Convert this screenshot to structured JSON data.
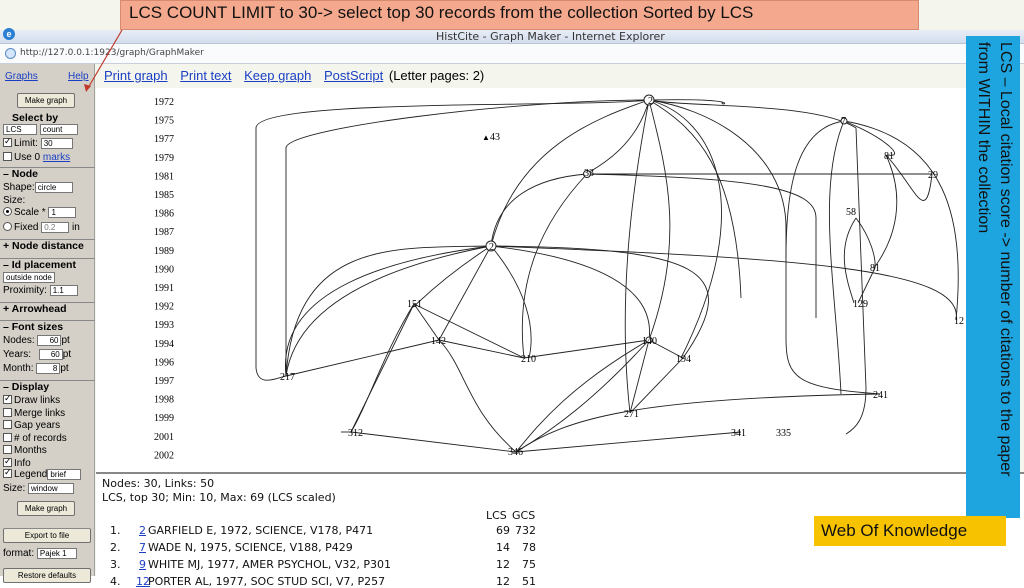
{
  "annotation_top": "LCS COUNT LIMIT to 30-> select top 30 records from the collection Sorted by LCS",
  "annotation_right": "LCS – Local citation score -> number of citations to the paper from WITHIN the collection",
  "annotation_badge": "Web Of Knowledge",
  "browser": {
    "title": "HistCite - Graph Maker - Internet Explorer",
    "url": "http://127.0.0.1:1923/graph/GraphMaker"
  },
  "panel": {
    "graphs_link": "Graphs",
    "help_link": "Help",
    "make_graph_btn": "Make graph",
    "select_by": "Select by",
    "select_by_value": "LCS",
    "select_by_mode": "count",
    "limit_label": "Limit:",
    "limit_value": "30",
    "use0_label": "Use 0",
    "use0_link": "marks",
    "node_header": "– Node",
    "shape_label": "Shape:",
    "shape_value": "circle",
    "size_label": "Size:",
    "scale_label": "Scale *",
    "scale_value": "1",
    "fixed_label": "Fixed",
    "fixed_value": "0.2",
    "fixed_unit": "in",
    "node_distance_header": "+ Node distance",
    "id_placement_header": "– Id placement",
    "id_placement_value": "outside node",
    "proximity_label": "Proximity:",
    "proximity_value": "1.1",
    "arrowhead_header": "+ Arrowhead",
    "font_sizes_header": "– Font sizes",
    "nodes_label": "Nodes:",
    "nodes_value": "60",
    "years_label": "Years:",
    "years_value": "60",
    "month_label": "Month:",
    "month_value": "8",
    "pt": "pt",
    "display_header": "– Display",
    "display_opts": [
      {
        "label": "Draw links",
        "checked": true
      },
      {
        "label": "Merge links",
        "checked": false
      },
      {
        "label": "Gap years",
        "checked": false
      },
      {
        "label": "# of records",
        "checked": false
      },
      {
        "label": "Months",
        "checked": false
      },
      {
        "label": "Info",
        "checked": true
      }
    ],
    "legend_label": "Legend",
    "legend_value": "brief",
    "size2_label": "Size:",
    "size2_value": "window",
    "make_graph_btn2": "Make graph",
    "export_btn": "Export to file",
    "format_label": "format:",
    "format_value": "Pajek 1",
    "restore_btn": "Restore defaults"
  },
  "toolbar": {
    "print_graph": "Print graph",
    "print_text": "Print text",
    "keep_graph": "Keep graph",
    "postscript": "PostScript",
    "letter_pages": "(Letter pages: 2)"
  },
  "graph": {
    "years": [
      "1972",
      "1975",
      "1977",
      "1979",
      "1981",
      "1985",
      "1986",
      "1987",
      "1989",
      "1990",
      "1991",
      "1992",
      "1993",
      "1994",
      "1996",
      "1997",
      "1998",
      "1999",
      "2001",
      "2002"
    ],
    "node_labels": [
      "2",
      "7",
      "9",
      "43",
      "33",
      "1",
      "81",
      "29",
      "58",
      "81",
      "129",
      "12",
      "151",
      "142",
      "210",
      "140",
      "194",
      "217",
      "271",
      "241",
      "312",
      "346",
      "341",
      "335"
    ]
  },
  "info": {
    "nodes_links": "Nodes: 30, Links: 50",
    "lcs_summary": "LCS, top 30; Min: 10, Max: 69 (LCS scaled)",
    "col_lcs": "LCS",
    "col_gcs": "GCS",
    "records": [
      {
        "idx": "1.",
        "id": "2",
        "text": "GARFIELD E, 1972, SCIENCE, V178, P471",
        "lcs": "69",
        "gcs": "732"
      },
      {
        "idx": "2.",
        "id": "7",
        "text": "WADE N, 1975, SCIENCE, V188, P429",
        "lcs": "14",
        "gcs": "78"
      },
      {
        "idx": "3.",
        "id": "9",
        "text": "WHITE MJ, 1977, AMER PSYCHOL, V32, P301",
        "lcs": "12",
        "gcs": "75"
      },
      {
        "idx": "4.",
        "id": "12",
        "text": "PORTER AL, 1977, SOC STUD SCI, V7, P257",
        "lcs": "12",
        "gcs": "51"
      }
    ]
  }
}
